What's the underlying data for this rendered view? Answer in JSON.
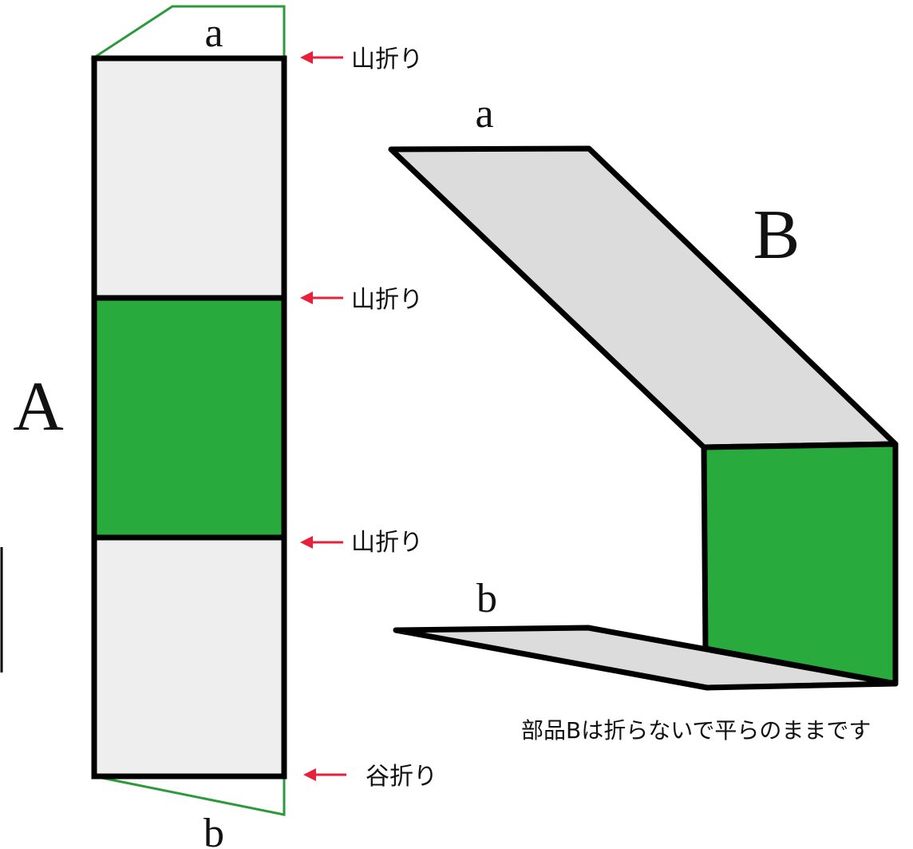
{
  "part_a": {
    "label": "A",
    "top_flap_label": "a",
    "bottom_flap_label": "b",
    "fold_marks": [
      {
        "text": "山折り"
      },
      {
        "text": "山折り"
      },
      {
        "text": "山折り"
      },
      {
        "text": "谷折り"
      }
    ]
  },
  "part_b": {
    "label": "B",
    "top_flap_label": "a",
    "bottom_flap_label": "b",
    "note": "部品Bは折らないで平らのままです"
  },
  "colors": {
    "panel_light": "#eeeeee",
    "panel_gray": "#dcdcdc",
    "panel_green": "#28aa3c",
    "flap_outline": "#2a9a3a",
    "arrow": "#e8203c",
    "stroke": "#000000"
  }
}
